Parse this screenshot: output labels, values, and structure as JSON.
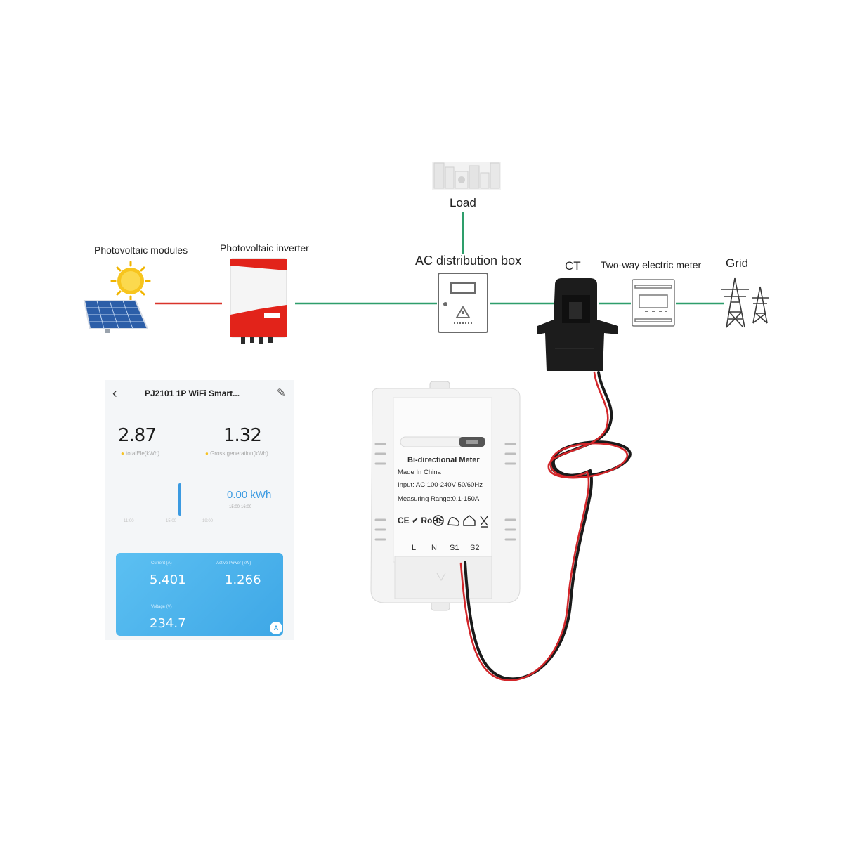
{
  "diagram": {
    "labels": {
      "pv_modules": "Photovoltaic modules",
      "pv_inverter": "Photovoltaic inverter",
      "load": "Load",
      "ac_box": "AC distribution box",
      "ct": "CT",
      "two_way_meter": "Two-way electric meter",
      "grid": "Grid"
    },
    "colors": {
      "dc_line": "#d9342b",
      "ac_line": "#2e9e6b",
      "inverter_accent": "#e2231a"
    }
  },
  "app": {
    "title": "PJ2101 1P WiFi Smart...",
    "back_icon": "chevron-left-icon",
    "edit_icon": "pencil-icon",
    "total_value": "2.87",
    "total_label": "totalEle(kWh)",
    "gross_value": "1.32",
    "gross_label": "Gross generation(kWh)",
    "chart_value": "0.00 kWh",
    "chart_time": "15:00-16:00",
    "ticks": [
      "11:00",
      "15:00",
      "19:00"
    ],
    "current_label": "Current (A)",
    "current_value": "5.401",
    "power_label": "Active Power (kW)",
    "power_value": "1.266",
    "voltage_label": "Voltage (V)",
    "voltage_value": "234.7",
    "corner_button": "A"
  },
  "meter": {
    "title": "Bi-directional Meter",
    "made_in": "Made In China",
    "input": "Input: AC 100-240V 50/60Hz",
    "range": "Measuring Range:0.1-150A",
    "cert_marks": "CE ✔ RoHS",
    "terminals": [
      "L",
      "N",
      "S1",
      "S2"
    ]
  }
}
